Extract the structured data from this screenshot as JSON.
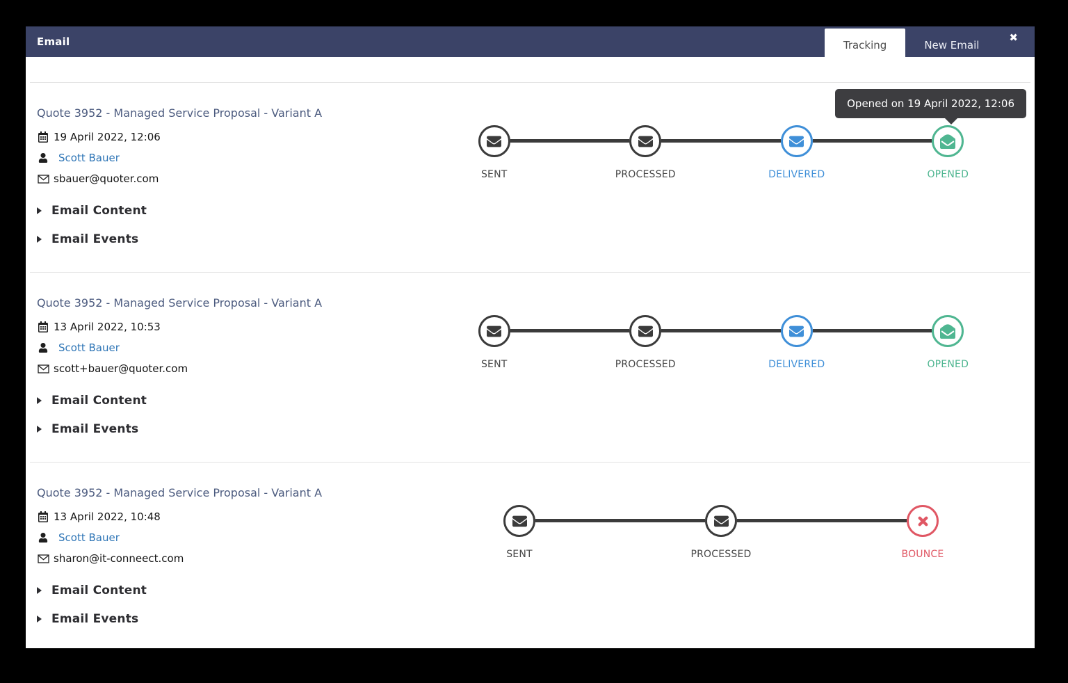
{
  "window": {
    "title": "Email",
    "tabs": [
      {
        "label": "Tracking",
        "active": true
      },
      {
        "label": "New Email",
        "active": false
      }
    ],
    "close_icon": "✖"
  },
  "tooltip": {
    "text": "Opened on 19 April 2022, 12:06"
  },
  "colors": {
    "header_navy": "#3b4367",
    "subject_link": "#4c5b7f",
    "sender_link": "#2e75b6",
    "step_done": "#3b3b3b",
    "step_delivered": "#3f8fd8",
    "step_opened": "#4fb691",
    "step_bounce": "#e05764",
    "tooltip_bg": "#3d3d40"
  },
  "entries": [
    {
      "subject": "Quote 3952 - Managed Service Proposal - Variant A",
      "date": "19 April 2022, 12:06",
      "sender": "Scott Bauer",
      "recipient": "sbauer@quoter.com",
      "sections": [
        "Email Content",
        "Email Events"
      ],
      "steps": [
        {
          "label": "SENT",
          "state": "done",
          "icon": "envelope"
        },
        {
          "label": "PROCESSED",
          "state": "done",
          "icon": "envelope"
        },
        {
          "label": "DELIVERED",
          "state": "delivered",
          "icon": "envelope"
        },
        {
          "label": "OPENED",
          "state": "opened",
          "icon": "envelope-open"
        }
      ]
    },
    {
      "subject": "Quote 3952 - Managed Service Proposal - Variant A",
      "date": "13 April 2022, 10:53",
      "sender": "Scott Bauer",
      "recipient": "scott+bauer@quoter.com",
      "sections": [
        "Email Content",
        "Email Events"
      ],
      "steps": [
        {
          "label": "SENT",
          "state": "done",
          "icon": "envelope"
        },
        {
          "label": "PROCESSED",
          "state": "done",
          "icon": "envelope"
        },
        {
          "label": "DELIVERED",
          "state": "delivered",
          "icon": "envelope"
        },
        {
          "label": "OPENED",
          "state": "opened",
          "icon": "envelope-open"
        }
      ]
    },
    {
      "subject": "Quote 3952 - Managed Service Proposal - Variant A",
      "date": "13 April 2022, 10:48",
      "sender": "Scott Bauer",
      "recipient": "sharon@it-conneect.com",
      "sections": [
        "Email Content",
        "Email Events"
      ],
      "steps": [
        {
          "label": "SENT",
          "state": "done",
          "icon": "envelope"
        },
        {
          "label": "PROCESSED",
          "state": "done",
          "icon": "envelope"
        },
        {
          "label": "BOUNCE",
          "state": "bounce",
          "icon": "times"
        }
      ]
    }
  ]
}
